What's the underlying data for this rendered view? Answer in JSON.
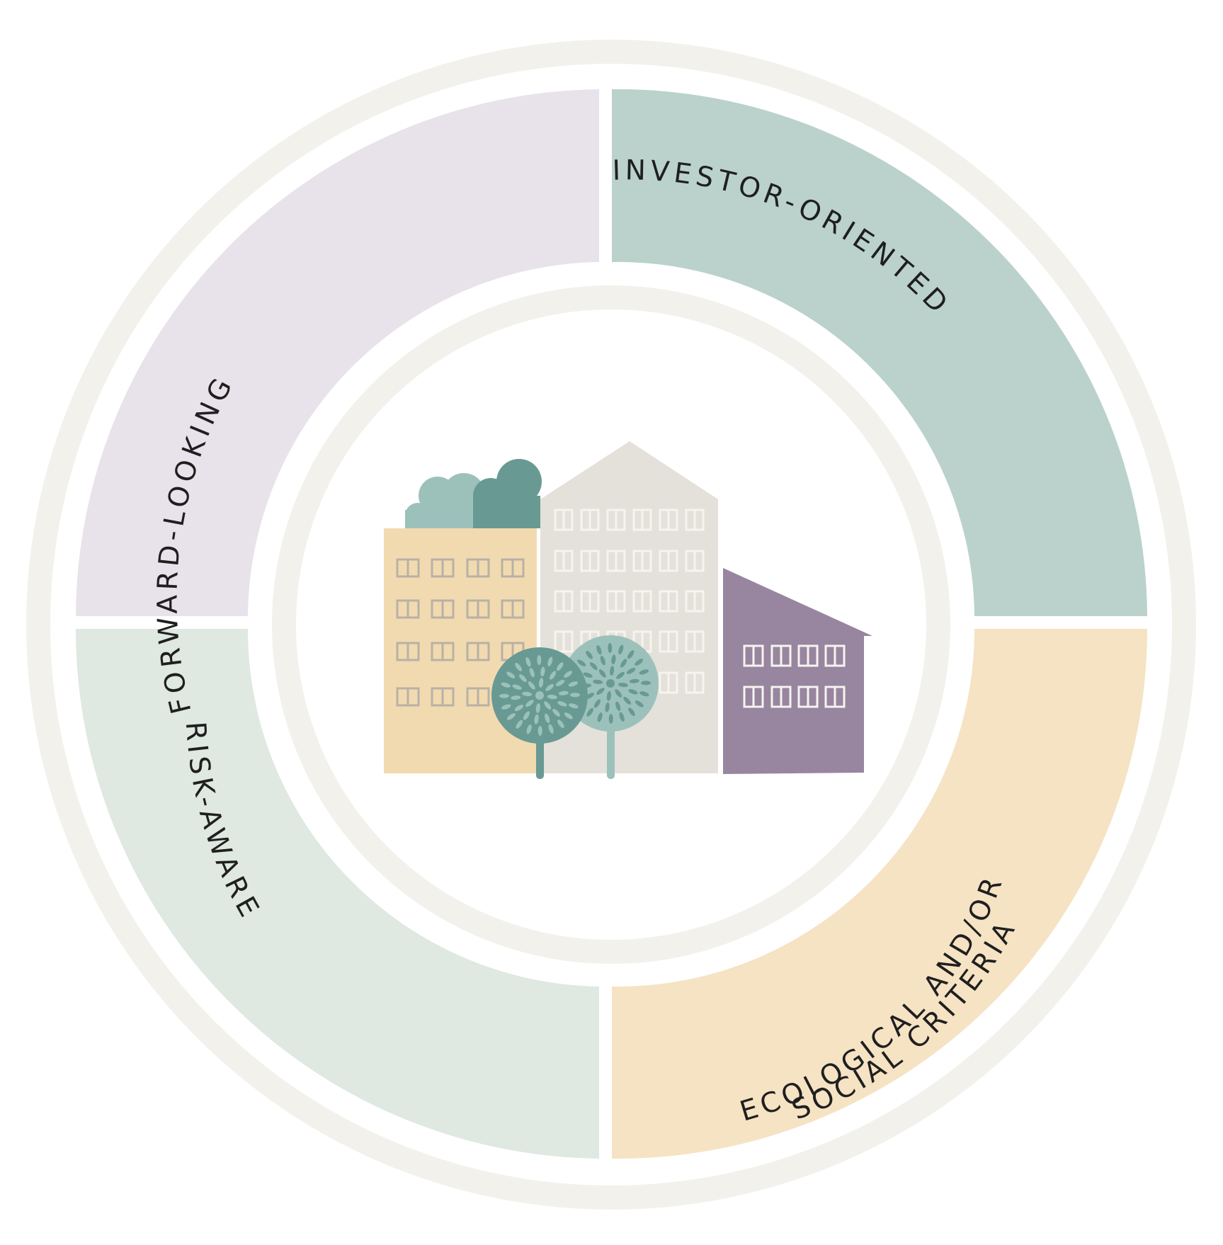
{
  "colors": {
    "ring": "#f2f1ec",
    "forward_looking": "#e8e3ea",
    "investor_oriented": "#bad2cb",
    "risk_aware": "#dfe8e1",
    "ecological_social": "#f5e3c4",
    "building_left": "#f2dab0",
    "building_middle": "#e4e1da",
    "building_right": "#98859f",
    "window_left": "#b8b1a6",
    "window_light": "#f6f4ef",
    "tree_dark": "#689a93",
    "tree_light": "#9cc1bb",
    "text": "#1f1f1f"
  },
  "diagram": {
    "segments": [
      {
        "id": "forward-looking",
        "label": "FORWARD-LOOKING"
      },
      {
        "id": "investor-oriented",
        "label": "INVESTOR-ORIENTED"
      },
      {
        "id": "risk-aware",
        "label": "RISK-AWARE"
      },
      {
        "id": "ecological-social",
        "label_line1": "ECOLOGICAL AND/OR",
        "label_line2": "SOCIAL CRITERIA"
      }
    ],
    "center_icon": "city-buildings-with-trees-icon"
  }
}
